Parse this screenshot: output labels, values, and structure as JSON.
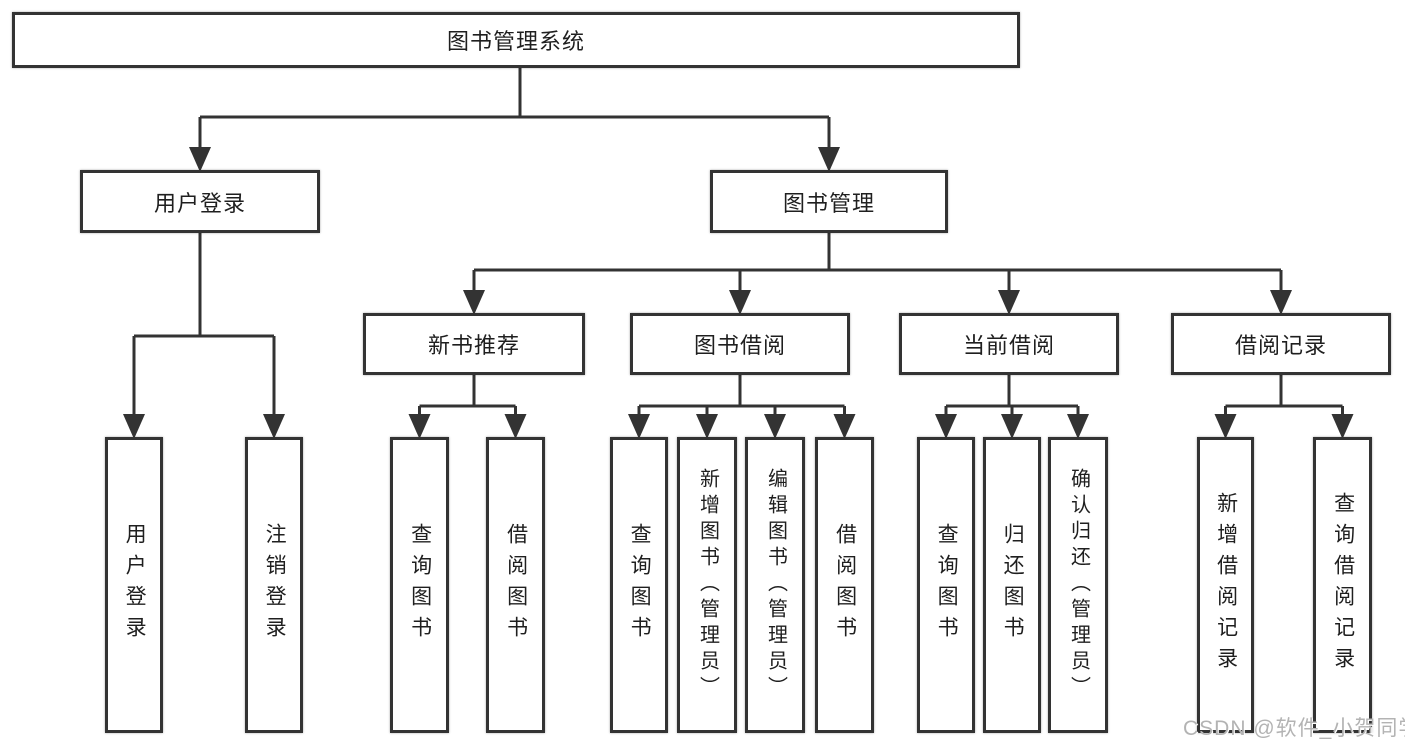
{
  "diagram": {
    "title": "图书管理系统",
    "nodes": {
      "root": "图书管理系统",
      "user_login": "用户登录",
      "book_mgmt": "图书管理",
      "new_book_rec": "新书推荐",
      "book_borrow": "图书借阅",
      "current_borrow": "当前借阅",
      "borrow_records": "借阅记录"
    },
    "leaves": {
      "user_login": [
        "用户登录",
        "注销登录"
      ],
      "new_book_rec": [
        "查询图书",
        "借阅图书"
      ],
      "book_borrow": [
        "查询图书",
        "新增图书（管理员）",
        "编辑图书（管理员）",
        "借阅图书"
      ],
      "current_borrow": [
        "查询图书",
        "归还图书",
        "确认归还（管理员）"
      ],
      "borrow_records": [
        "新增借阅记录",
        "查询借阅记录"
      ]
    }
  },
  "watermark": "CSDN @软件_小贺同学",
  "colors": {
    "line": "#333333",
    "box_border": "#333333",
    "text": "#1f1f1f",
    "watermark": "#b3b3b3",
    "background": "#ffffff"
  }
}
